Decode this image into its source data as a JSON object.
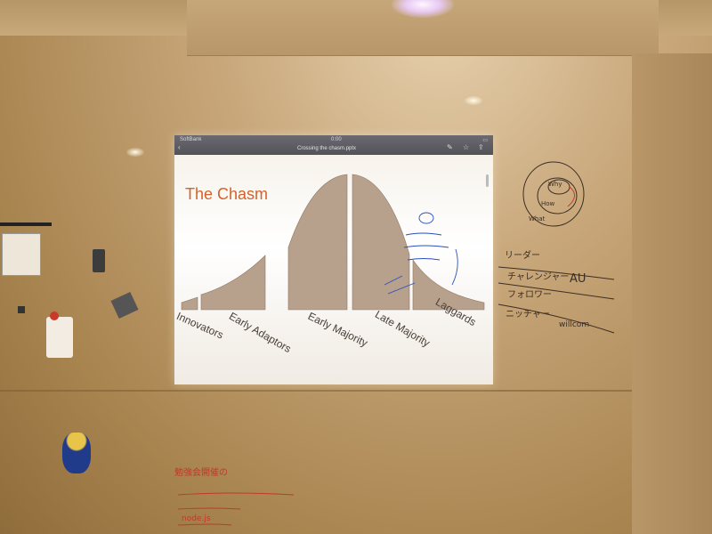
{
  "browser": {
    "status_left": "SoftBank",
    "status_time": "0:00",
    "page_title": "Crossing the chasm.pptx"
  },
  "slide": {
    "title": "The Chasm",
    "segments": [
      "Innovators",
      "Early Adaptors",
      "Early Majority",
      "Late Majority",
      "Laggards"
    ]
  },
  "handwriting": {
    "circle_diagram": [
      "Why",
      "How",
      "What"
    ],
    "right_notes": [
      "リーダー",
      "チャレンジャー",
      "フォロワー",
      "ニッチャー"
    ],
    "right_values": [
      "AU",
      "willcom"
    ],
    "bottom_notes": [
      "勉強会開催の",
      "node.js"
    ]
  },
  "colors": {
    "chasm_title": "#d2632a",
    "curve_fill": "#b7a08c",
    "ink_red": "#c0392b",
    "ink_blue": "#2a4fbf",
    "ink_dark": "#3b2e22"
  }
}
